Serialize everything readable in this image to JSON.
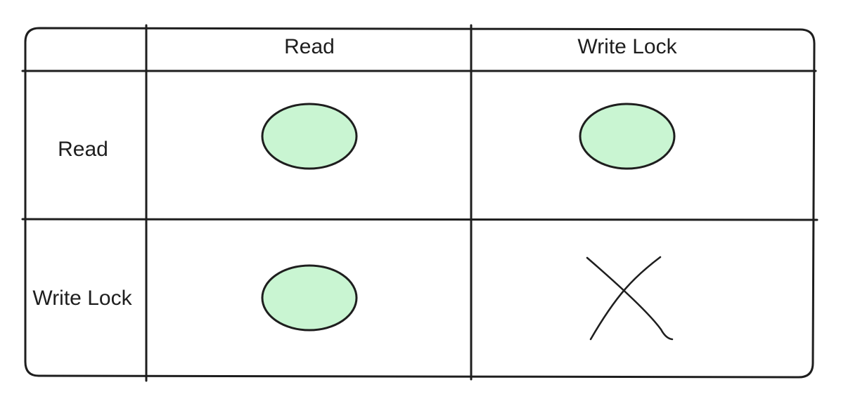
{
  "table": {
    "columns": [
      "Read",
      "Write Lock"
    ],
    "rows": [
      {
        "label": "Read",
        "cells": [
          "compatible",
          "compatible"
        ]
      },
      {
        "label": "Write Lock",
        "cells": [
          "compatible",
          "conflict"
        ]
      }
    ]
  },
  "colors": {
    "compatible_fill": "#c9f5d2",
    "stroke": "#1e1e1e"
  },
  "icons": {
    "compatible": "green-ellipse-icon",
    "conflict": "x-cross-icon"
  }
}
